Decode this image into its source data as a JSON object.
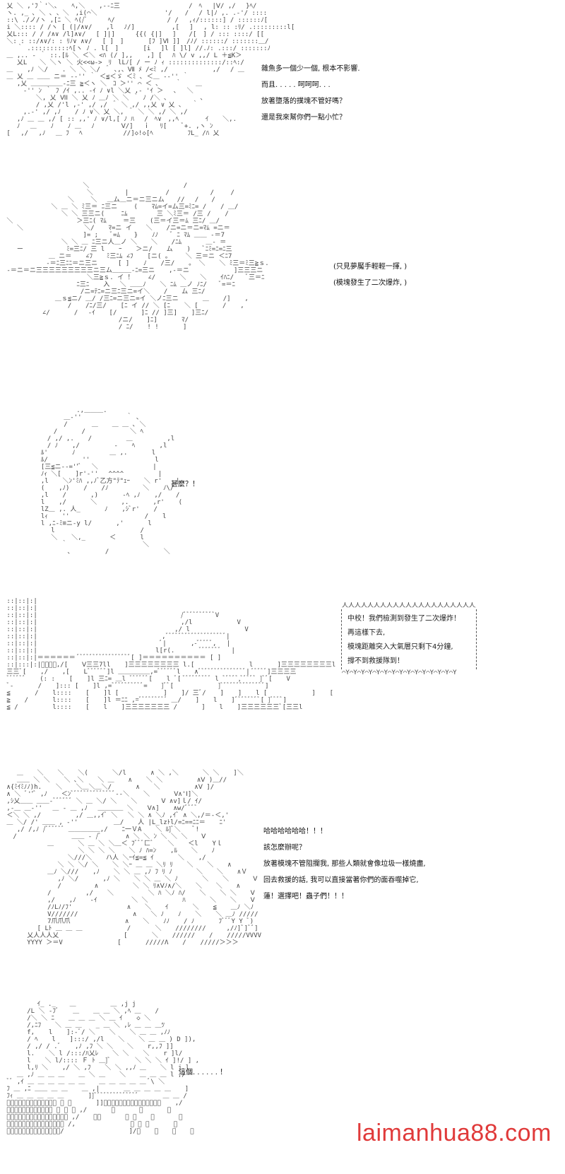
{
  "panels": [
    {
      "id": "p1",
      "lines": [
        "雜魚多一個少一個, 根本不影響.",
        "而且. . . . . 呵呵呵. . .",
        "放著墮落的撲塊不管好嗎？",
        "還是我來幫你們一點小忙？"
      ]
    },
    {
      "id": "p2",
      "lines": [
        "(只見夢魘手輕輕一揮, )",
        "(模塊發生了二次爆炸, )"
      ]
    },
    {
      "id": "p3",
      "lines": [
        "甚麼？！"
      ]
    },
    {
      "id": "p4",
      "lines": [
        "中校！我們檢測到發生了二次爆炸！",
        "再這樣下去,",
        "模塊距離突入大氣層只剩下4分鐘,",
        "撐不到救援隊到！"
      ]
    },
    {
      "id": "p5",
      "lines": [
        "哈哈哈哈哈哈！！！",
        "該怎麼辦呢？",
        "放著模塊不管阻攔我, 那些人類就會像垃圾一樣燒盡,",
        "回去救援的話, 我可以直接當著你們的面吞噬掉它,",
        "蓮！選擇吧！蟲子們！！！"
      ]
    },
    {
      "id": "p6",
      "lines": [
        "這個. . . . . . ！"
      ]
    }
  ],
  "watermark": "laimanhua88.com"
}
